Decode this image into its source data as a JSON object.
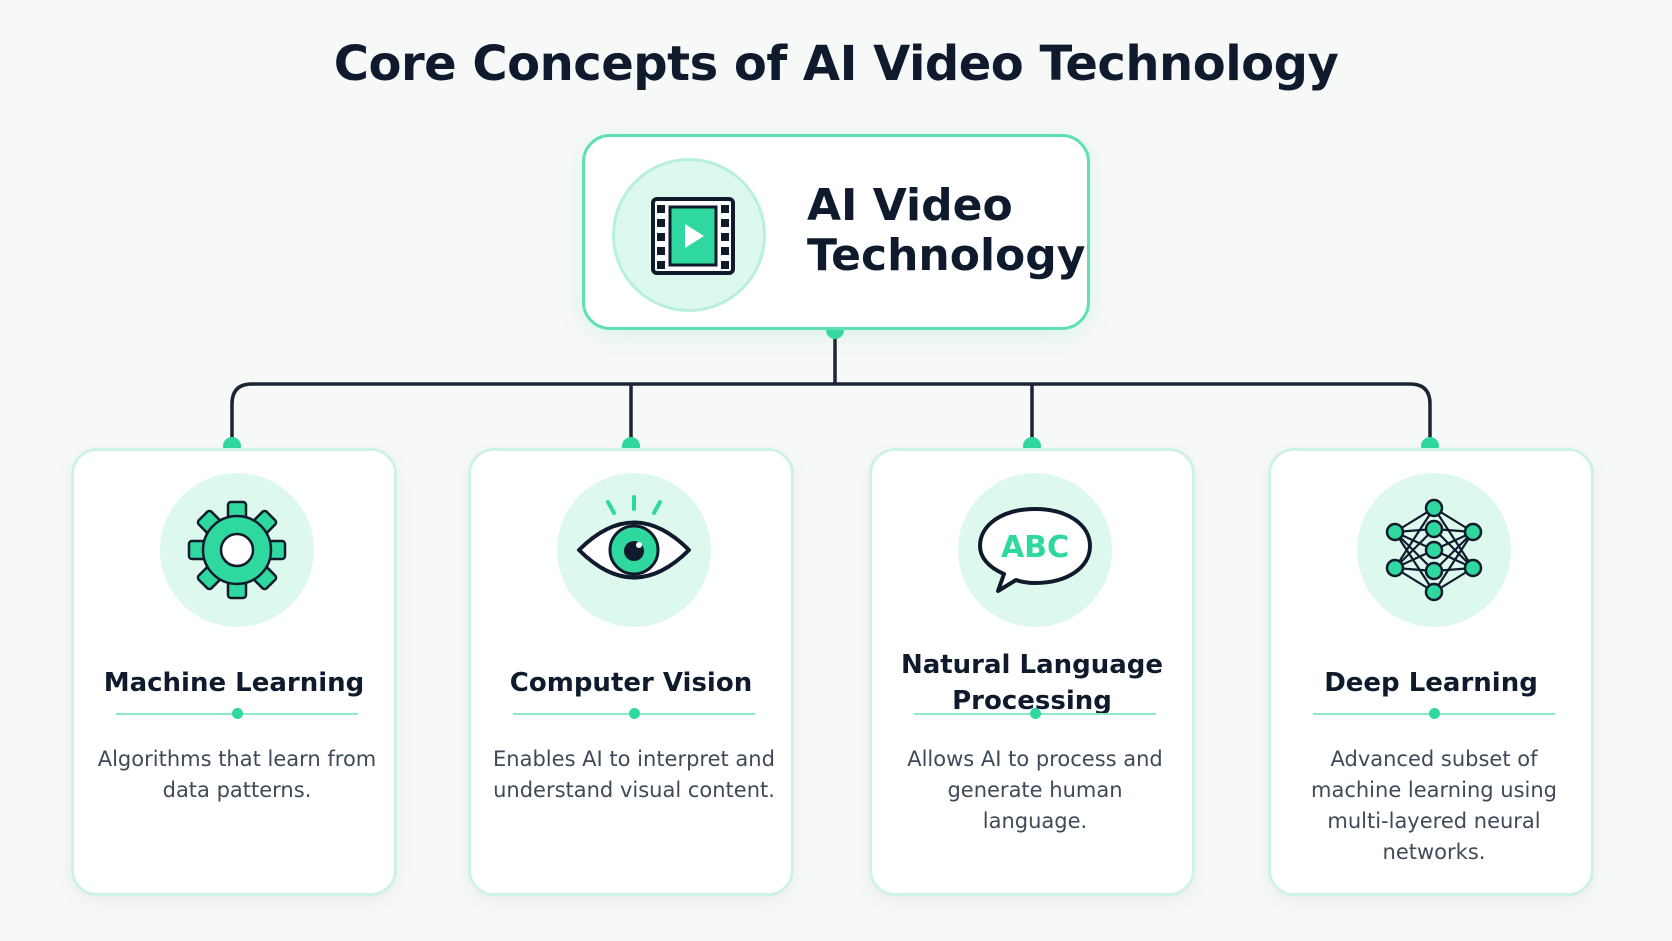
{
  "title": "Core Concepts of AI Video Technology",
  "colors": {
    "accent": "#2fd89f",
    "accent_light": "#ddf8ec",
    "border": "#5fe0b3",
    "text_dark": "#0f1b2d",
    "line": "#1a2535"
  },
  "root": {
    "title": "AI Video\nTechnology",
    "icon": "film-play-icon"
  },
  "concepts": [
    {
      "title": "Machine Learning",
      "description": "Algorithms that learn from data patterns.",
      "icon": "gear-icon"
    },
    {
      "title": "Computer Vision",
      "description": "Enables AI to interpret and understand visual content.",
      "icon": "eye-icon"
    },
    {
      "title": "Natural Language Processing",
      "description": "Allows AI to process and generate human language.",
      "icon": "speech-bubble-icon",
      "icon_text": "ABC"
    },
    {
      "title": "Deep Learning",
      "description": "Advanced subset of machine learning using multi-layered neural networks.",
      "icon": "neural-network-icon"
    }
  ]
}
